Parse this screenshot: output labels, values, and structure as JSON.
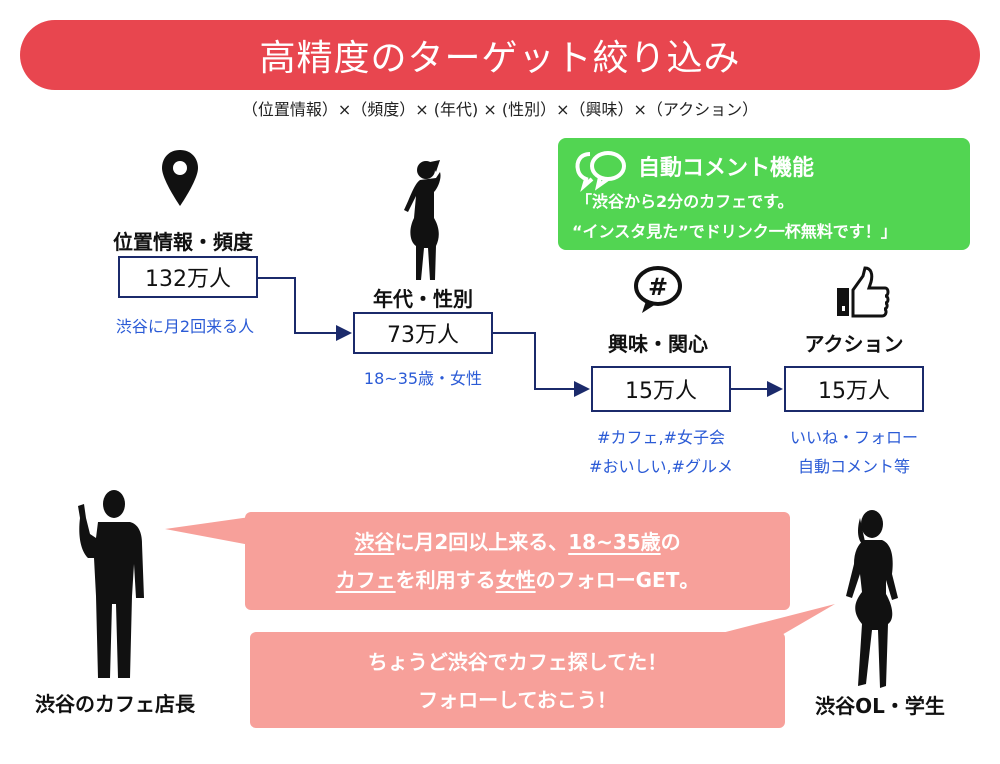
{
  "title": "高精度のターゲット絞り込み",
  "subtitle": "（位置情報）×（頻度）× (年代) × (性別）×（興味）×（アクション）",
  "auto_comment": {
    "title": "自動コメント機能",
    "line1": "「渋谷から2分のカフェです。",
    "line2": "“インスタ見た”でドリンク一杯無料です！」"
  },
  "steps": [
    {
      "label": "位置情報・頻度",
      "count": "132万人",
      "notes": [
        "渋谷に月2回来る人"
      ]
    },
    {
      "label": "年代・性別",
      "count": "73万人",
      "notes": [
        "18~35歳・女性"
      ]
    },
    {
      "label": "興味・関心",
      "count": "15万人",
      "notes": [
        "#カフェ,#女子会",
        "#おいしい,#グルメ"
      ]
    },
    {
      "label": "アクション",
      "count": "15万人",
      "notes": [
        "いいね・フォロー",
        "自動コメント等"
      ]
    }
  ],
  "owner": {
    "label": "渋谷のカフェ店長",
    "speech": {
      "l1a": "渋谷",
      "l1b": "に月2回以上来る、",
      "l1c": "18~35歳",
      "l1d": "の",
      "l2a": "カフェ",
      "l2b": "を利用する",
      "l2c": "女性",
      "l2d": "のフォローGET。"
    }
  },
  "customer": {
    "label": "渋谷OL・学生",
    "speech": [
      "ちょうど渋谷でカフェ探してた！",
      "フォローしておこう！"
    ]
  },
  "colors": {
    "banner": "#e8464f",
    "green": "#52d552",
    "bubble": "#f7a09a",
    "navy": "#1b2a6b",
    "blue": "#2b5bd6"
  }
}
